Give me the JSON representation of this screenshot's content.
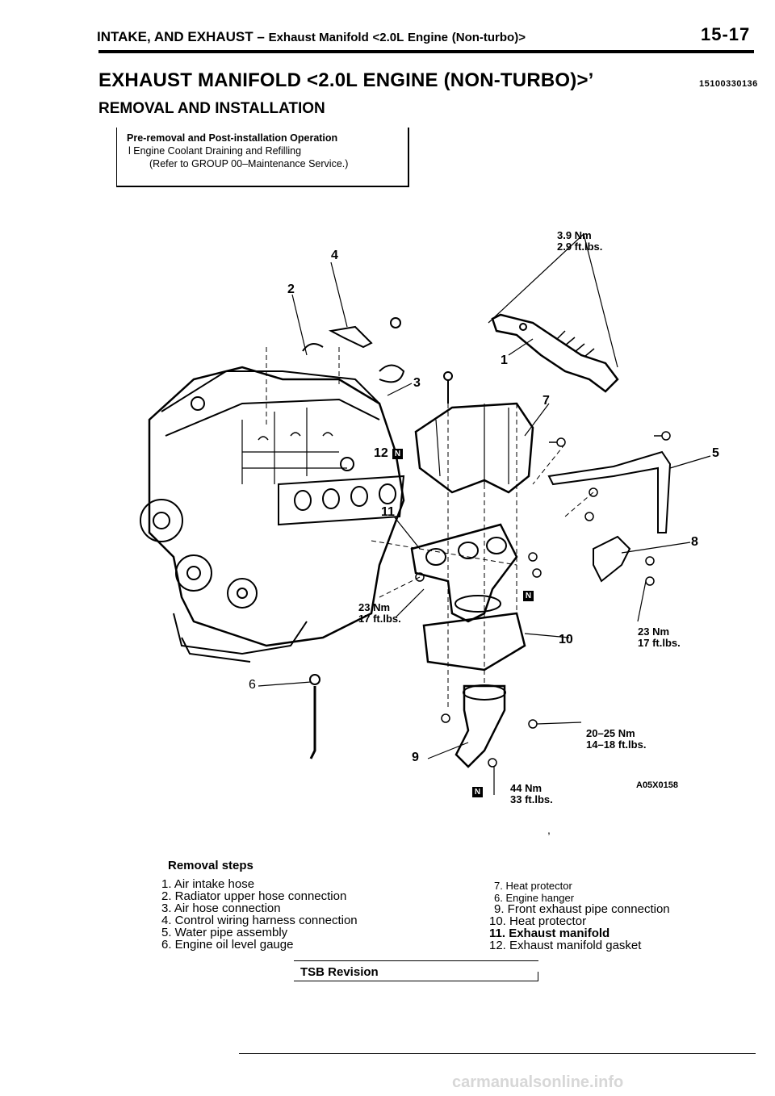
{
  "header": {
    "left_bold": "INTAKE, AND EXHAUST",
    "dash": "–",
    "section": "Exhaust Manifold",
    "engine_code": "<2.0L",
    "engine_word": "Engine",
    "variant": "(Non-turbo)>",
    "page_number": "15-17"
  },
  "document": {
    "title": "EXHAUST MANIFOLD <2.0L ENGINE (NON-TURBO)>’",
    "code": "15100330136",
    "subtitle": "REMOVAL AND INSTALLATION"
  },
  "operation_box": {
    "title_prefix": "Pre-removal",
    "title_rest": "and Post-installation Operation",
    "item_bullet": "l",
    "item": "Engine Coolant Draining and Refilling",
    "reference": "(Refer to GROUP 00–Maintenance Service.)"
  },
  "diagram": {
    "callouts": {
      "c1": "1",
      "c2": "2",
      "c3": "3",
      "c4": "4",
      "c5": "5",
      "c6": "6",
      "c7": "7",
      "c8": "8",
      "c9": "9",
      "c10": "10",
      "c11": "11",
      "c12": "12"
    },
    "new_part_marker": "N",
    "torques": {
      "t1_nm": "3.9 Nm",
      "t1_ft": "2.9 ft.lbs.",
      "t2_nm": "23 Nm",
      "t2_ft": "17 ft.lbs.",
      "t3_nm": "23 Nm",
      "t3_ft": "17 ft.lbs.",
      "t4_nm": "20–25 Nm",
      "t4_ft": "14–18 ft.lbs.",
      "t5_nm": "44 Nm",
      "t5_ft": "33 ft.lbs."
    },
    "figure_code": "A05X0158"
  },
  "removal": {
    "title": "Removal steps",
    "left_steps": [
      "1. Air intake hose",
      "2. Radiator upper hose connection",
      "3. Air hose connection",
      "4. Control wiring harness connection",
      "5. Water pipe assembly",
      "6. Engine oil level gauge"
    ],
    "right_steps": [
      "7. Heat protector",
      "6. Engine hanger",
      "9. Front exhaust pipe connection",
      "10. Heat protector",
      "11. Exhaust manifold",
      "12. Exhaust manifold gasket"
    ]
  },
  "footer": {
    "tsb": "TSB Revision",
    "watermark": "carmanualsonline.info"
  }
}
